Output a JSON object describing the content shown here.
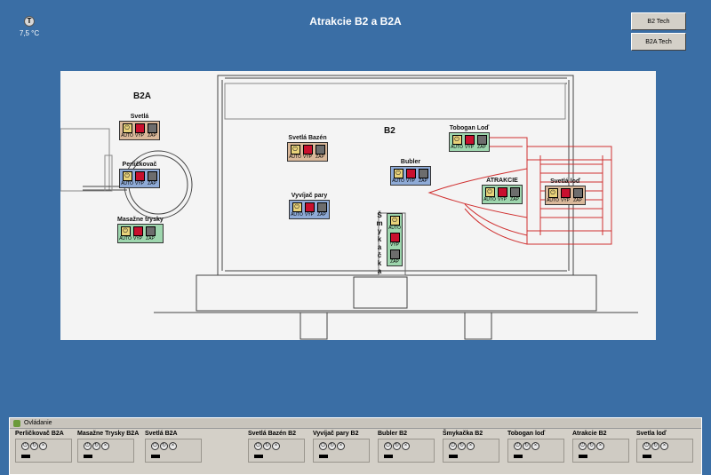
{
  "header": {
    "title": "Atrakcie B2 a B2A",
    "temperature": "7,5 °C",
    "temp_icon": "thermometer-icon"
  },
  "nav": {
    "b2_tech": "B2 Tech",
    "b2a_tech": "B2A Tech"
  },
  "plan": {
    "zone_b2a": "B2A",
    "zone_b2": "B2",
    "widgets": {
      "svetla_b2a": "Svetlá",
      "perlickovac": "Perličkovač",
      "masazne_trysky": "Masažne trysky",
      "svetla_bazen": "Svetlá Bazén",
      "vyvijac_pary": "Vyvíjač pary",
      "bubler": "Bubler",
      "tobogan_lod": "Tobogan Loď",
      "atrakcie": "ATRAKCIE",
      "svetla_lod": "Svetlá loď",
      "smykacka": "Šmykačka"
    },
    "btn_labels": {
      "auto": "AUTO",
      "vyp": "VYP",
      "zap": "ZAP"
    }
  },
  "panel": {
    "title": "Ovládanie",
    "cells": [
      "Perličkovač B2A",
      "Masažne Trysky B2A",
      "Svetlá B2A",
      "Svetlá Bazén B2",
      "Vyvíjač pary B2",
      "Bubler B2",
      "Šmykačka B2",
      "Tobogan loď",
      "Atrakcie B2",
      "Svetla loď"
    ]
  },
  "colors": {
    "background": "#3a6ea5",
    "vyp_red": "#c8102e",
    "zap_gray": "#6d6d6d",
    "auto_yellow": "#e8d27a"
  }
}
